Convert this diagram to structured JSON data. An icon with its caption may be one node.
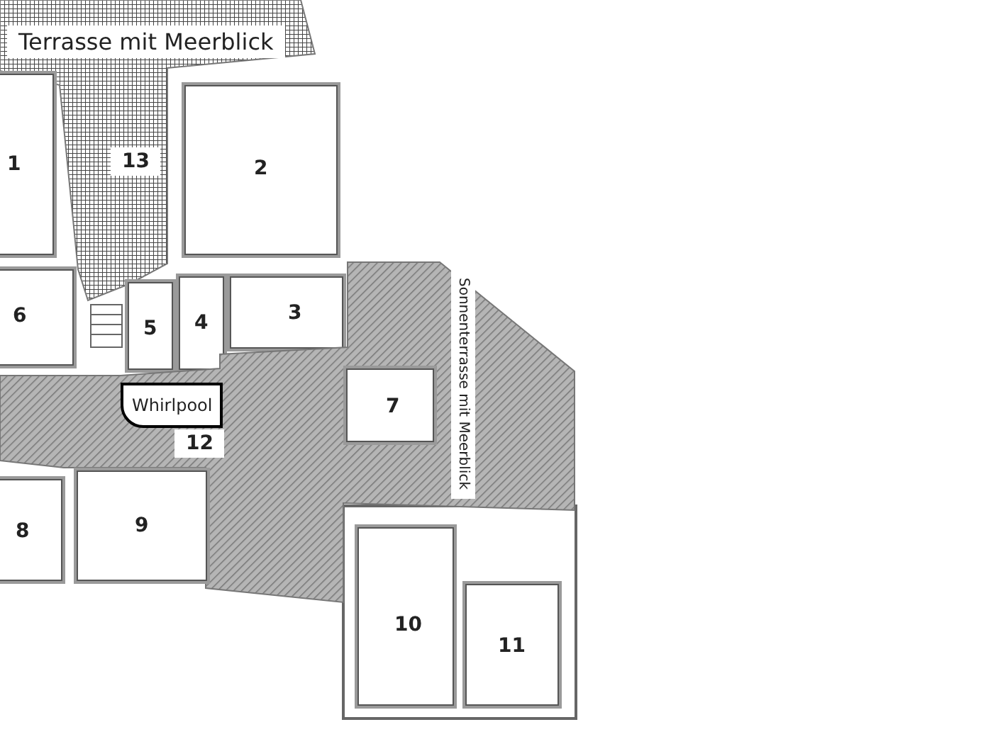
{
  "diagram": {
    "nodes": [
      {
        "text": [
          "Terrasse mit Meerblick",
          "13"
        ]
      },
      {
        "text": [
          "1"
        ]
      },
      {
        "text": [
          "2"
        ]
      },
      {
        "text": [
          "6"
        ]
      },
      {
        "text": [
          "5"
        ]
      },
      {
        "text": [
          "4"
        ]
      },
      {
        "text": [
          "3"
        ]
      },
      {
        "text": [
          "Sonnenterrasse mit Meerblick",
          "12"
        ]
      },
      {
        "text": [
          "Whirlpool"
        ],
        "in": 7
      },
      {
        "text": [
          "7"
        ],
        "in": 7
      },
      {
        "text": [
          "8"
        ]
      },
      {
        "text": [
          "9"
        ]
      },
      {
        "text": [
          "10"
        ]
      },
      {
        "text": [
          "11"
        ]
      }
    ]
  }
}
